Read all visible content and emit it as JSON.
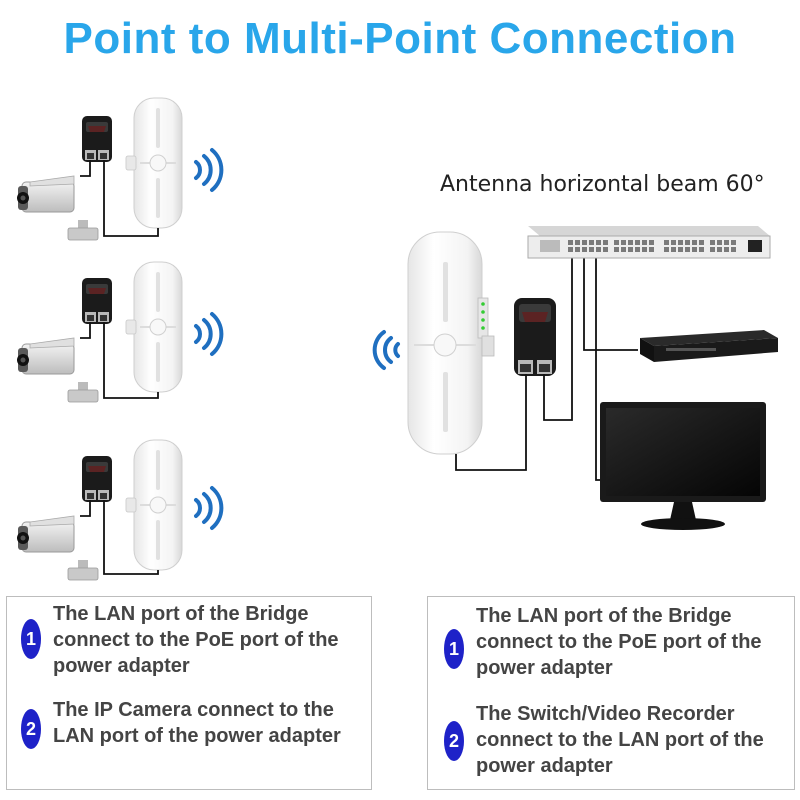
{
  "title": "Point to Multi-Point Connection",
  "beam_label": "Antenna horizontal beam 60°",
  "left_box": {
    "steps": [
      {
        "num": "1",
        "text": "The LAN port of the Bridge connect to the PoE port of the power adapter"
      },
      {
        "num": "2",
        "text": "The IP Camera connect to the LAN port of the power adapter"
      }
    ]
  },
  "right_box": {
    "steps": [
      {
        "num": "1",
        "text": "The LAN port of the Bridge connect to the PoE port of the power adapter"
      },
      {
        "num": "2",
        "text": "The Switch/Video Recorder connect to the LAN port of the power adapter"
      }
    ]
  },
  "colors": {
    "title": "#29a6ea",
    "wifi": "#1f6fc0",
    "badge": "#1e22c8",
    "text": "#444444"
  },
  "icons": [
    "ip-camera-icon",
    "poe-adapter-icon",
    "bridge-cpe-icon",
    "wifi-signal-icon",
    "network-switch-icon",
    "video-recorder-icon",
    "monitor-icon"
  ]
}
